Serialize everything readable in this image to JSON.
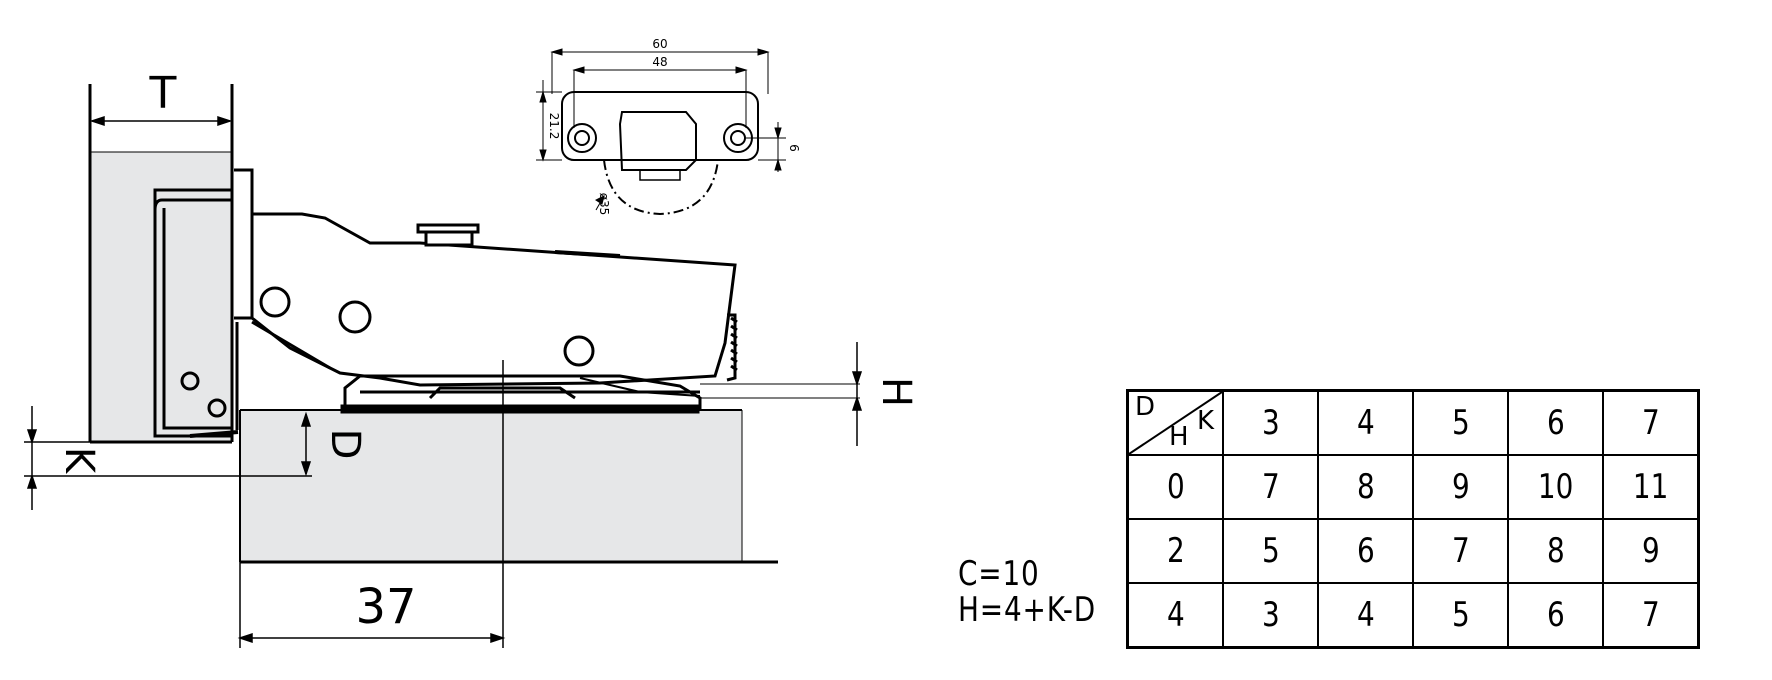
{
  "dims": {
    "T": "T",
    "K": "K",
    "D": "D",
    "H": "H",
    "base_width": "37",
    "plate_outer": "60",
    "plate_inner": "48",
    "plate_height": "21.2",
    "hole_offset": "6",
    "cup_dia": "ø35"
  },
  "formula": {
    "line1": "C=10",
    "line2": "H=4+K-D"
  },
  "table": {
    "corner": {
      "d": "D",
      "h": "H",
      "k": "K"
    },
    "k_values": [
      "3",
      "4",
      "5",
      "6",
      "7"
    ],
    "rows": [
      {
        "d": "0",
        "h": [
          "7",
          "8",
          "9",
          "10",
          "11"
        ]
      },
      {
        "d": "2",
        "h": [
          "5",
          "6",
          "7",
          "8",
          "9"
        ]
      },
      {
        "d": "4",
        "h": [
          "3",
          "4",
          "5",
          "6",
          "7"
        ]
      }
    ]
  }
}
